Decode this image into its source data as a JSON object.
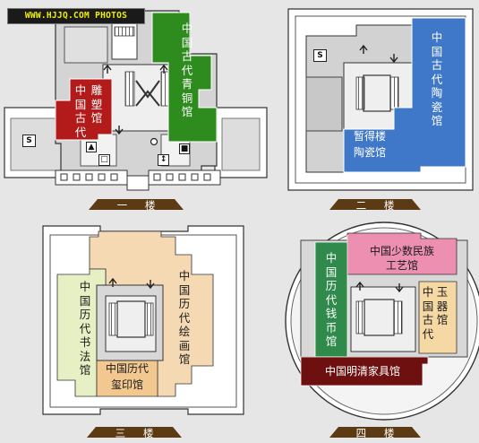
{
  "watermark": "WWW.HJJQ.COM PHOTOS",
  "colors": {
    "sculpture": "#b31b1b",
    "bronze": "#2e8c1e",
    "porcelain": "#3f78c8",
    "painting": "#f5d9b2",
    "calligraphy": "#e6f0c4",
    "seal": "#f2c890",
    "ethnic": "#ec8fb0",
    "jade": "#f5d8a4",
    "coin": "#2f8a4c",
    "furniture": "#6e1010",
    "floor_tag": "#5c3a14"
  },
  "floor1": {
    "label": "一 楼",
    "halls": {
      "sculpture": "雕塑馆",
      "ancient": "中国古代",
      "bronze": "中国古代青铜馆"
    }
  },
  "floor2": {
    "label": "二 楼",
    "halls": {
      "porcelain": "中国古代陶瓷馆",
      "temp_line1": "暂得楼",
      "temp_line2": "陶瓷馆"
    }
  },
  "floor3": {
    "label": "三 楼",
    "halls": {
      "calligraphy": "中国历代书法馆",
      "painting": "中国历代绘画馆",
      "seal_line1": "中国历代",
      "seal_line2": "玺印馆"
    }
  },
  "floor4": {
    "label": "四 楼",
    "halls": {
      "ethnic_line1": "中国少数民族",
      "ethnic_line2": "工艺馆",
      "coin": "中国历代钱币馆",
      "jade": "玉器馆",
      "ancient": "中国古代",
      "furniture": "中国明清家具馆"
    }
  },
  "icons": {
    "stairs": "stairs-icon",
    "shop": "S",
    "restroom": "restroom-icon",
    "info": "info-icon",
    "elevator": "elevator-icon"
  }
}
